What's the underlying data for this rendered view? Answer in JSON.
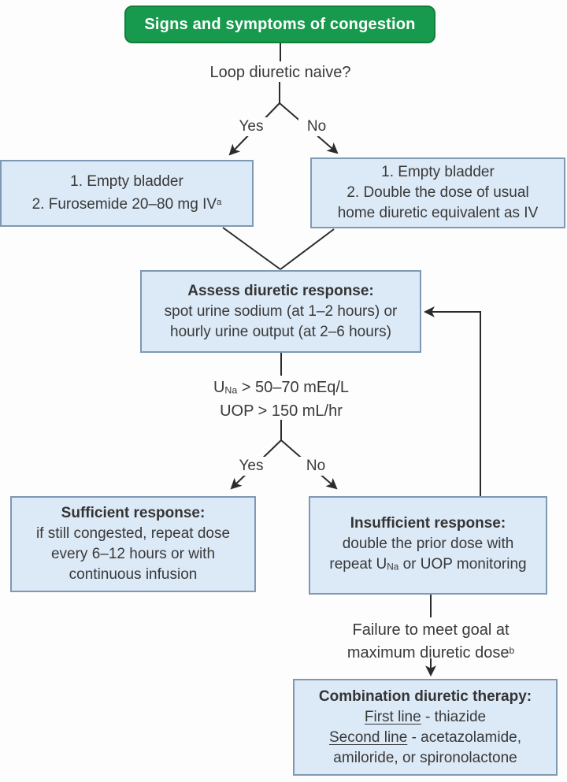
{
  "colors": {
    "start_fill": "#189a4e",
    "box_fill": "#dce9f6",
    "box_border": "#7f98b4",
    "connector": "#2b2b2b",
    "text": "#3a3a3a"
  },
  "nodes": {
    "start": {
      "label": "Signs and symptoms of congestion"
    },
    "question1": {
      "label": "Loop diuretic naive?"
    },
    "branch1": {
      "yes": "Yes",
      "no": "No"
    },
    "naive_box": {
      "line1": "1. Empty bladder",
      "line2_pre": "2. Furosemide 20–80 mg IV",
      "line2_sup": "a"
    },
    "home_box": {
      "line1": "1. Empty bladder",
      "line2": "2. Double the dose of usual",
      "line3": "home diuretic equivalent as IV"
    },
    "assess_box": {
      "title": "Assess diuretic response:",
      "line2": "spot urine sodium (at 1–2 hours) or",
      "line3": "hourly urine output (at 2–6 hours)"
    },
    "criteria": {
      "line1_pre": "U",
      "line1_sub": "Na",
      "line1_post": " > 50–70 mEq/L",
      "line2": "UOP > 150 mL/hr"
    },
    "branch2": {
      "yes": "Yes",
      "no": "No"
    },
    "sufficient_box": {
      "title": "Sufficient response:",
      "line2": "if still congested, repeat dose",
      "line3": "every 6–12 hours or with",
      "line4": "continuous infusion"
    },
    "insufficient_box": {
      "title": "Insufficient response:",
      "line2": "double the prior dose with",
      "line3_pre": "repeat U",
      "line3_sub": "Na",
      "line3_post": " or UOP monitoring"
    },
    "failure_label": {
      "line1": "Failure to meet goal at",
      "line2_pre": "maximum diuretic dose",
      "line2_sup": "b"
    },
    "combination_box": {
      "title": "Combination diuretic therapy:",
      "line2_u": "First line",
      "line2_rest": " - thiazide",
      "line3_u": "Second line",
      "line3_rest": " - acetazolamide,",
      "line4": "amiloride, or spironolactone"
    }
  }
}
